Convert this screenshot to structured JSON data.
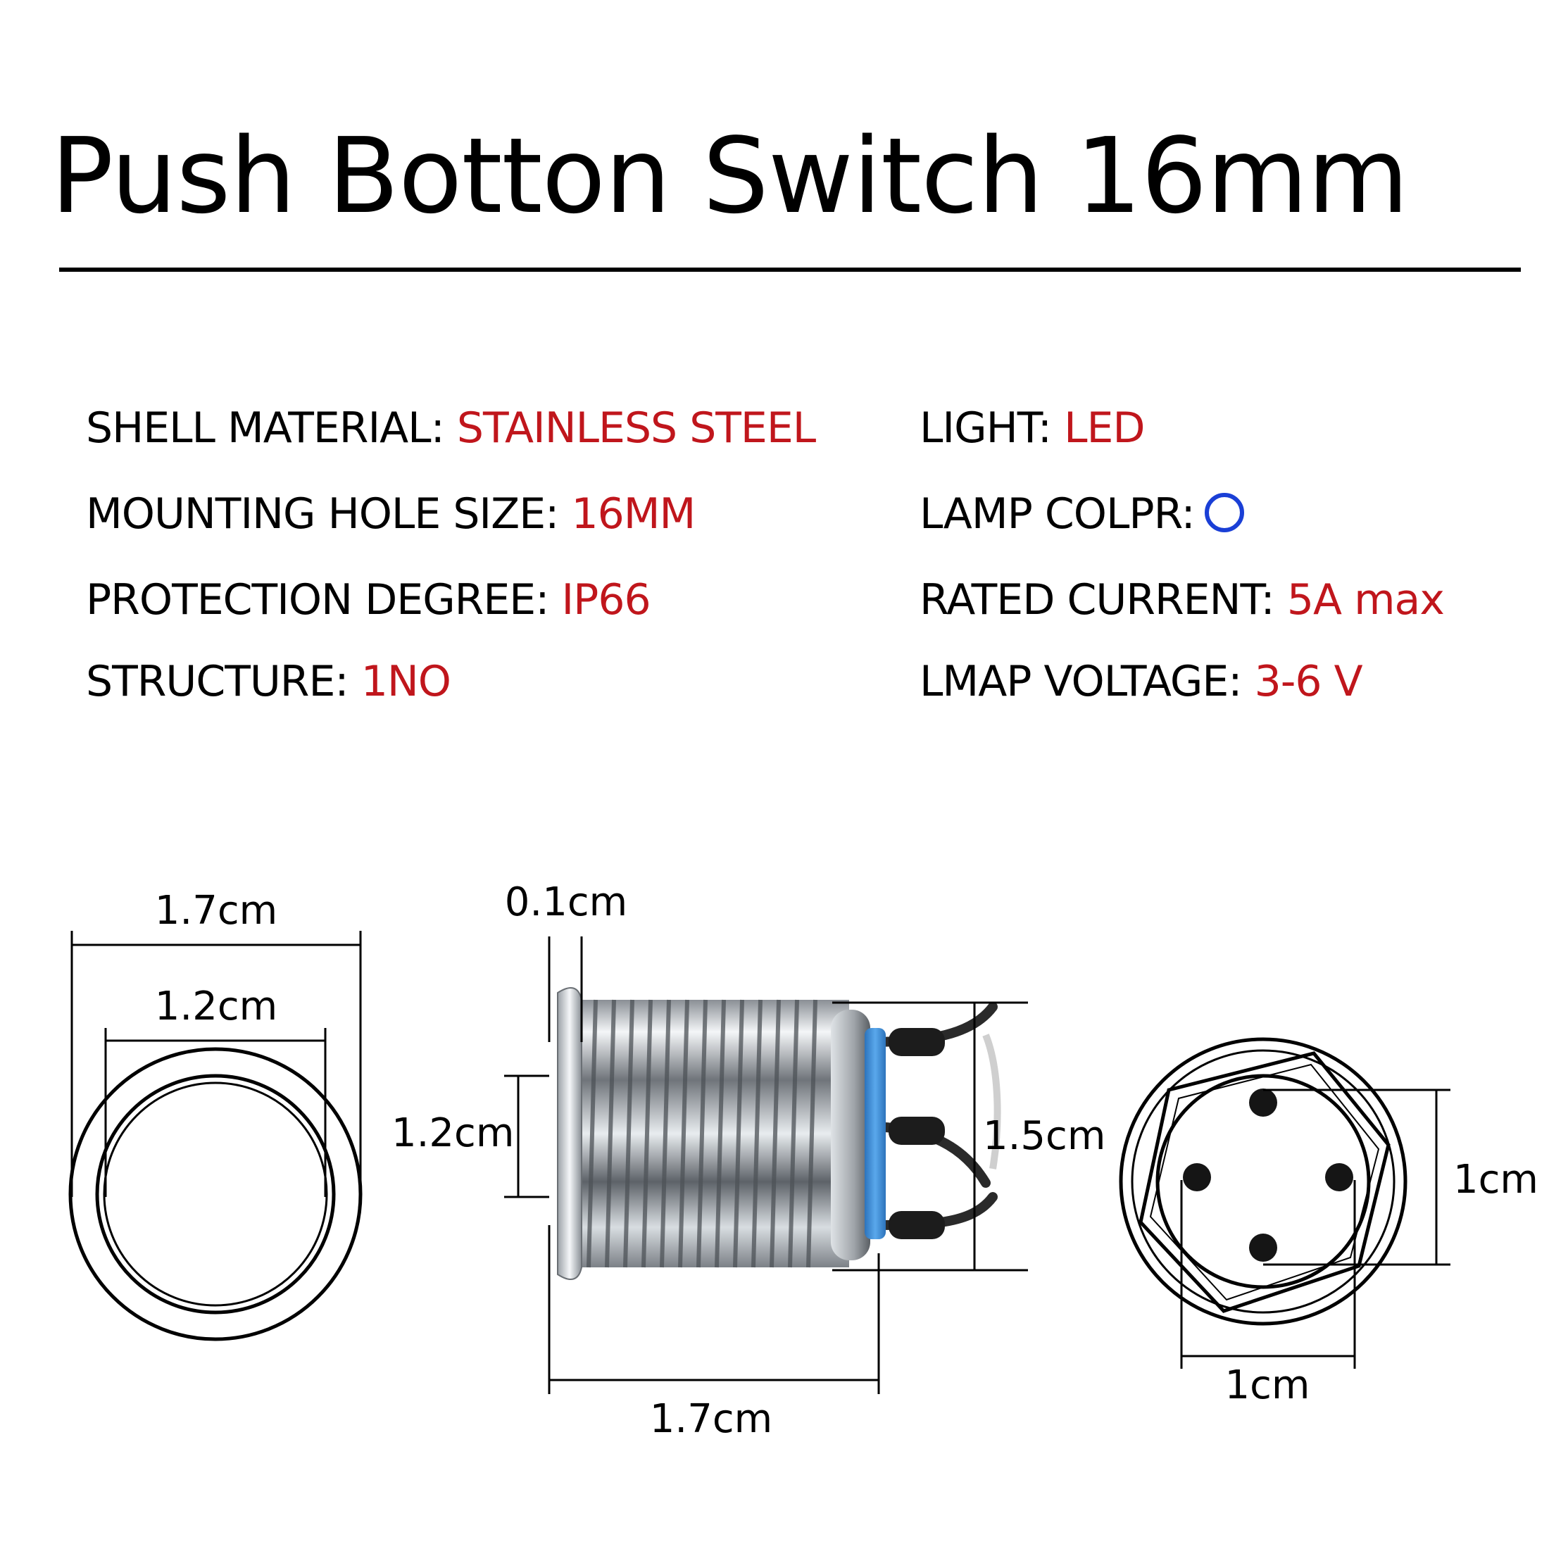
{
  "title": "Push Botton Switch 16mm",
  "specs": {
    "left": [
      {
        "label": "SHELL MATERIAL: ",
        "value": "STAINLESS STEEL"
      },
      {
        "label": "MOUNTING HOLE SIZE: ",
        "value": "16MM"
      },
      {
        "label": "PROTECTION DEGREE: ",
        "value": "IP66"
      },
      {
        "label": "STRUCTURE:  ",
        "value": "1NO"
      }
    ],
    "right": [
      {
        "label": "LIGHT:  ",
        "value": "LED"
      },
      {
        "label": "LAMP COLPR:",
        "value": ""
      },
      {
        "label": "RATED CURRENT: ",
        "value": "5A max"
      },
      {
        "label": "LMAP VOLTAGE: ",
        "value": "3-6 V"
      }
    ]
  },
  "colors": {
    "accent": "#c0161c",
    "lamp": "#1a3fd6",
    "ring": "#3a8fd8"
  },
  "dimensions": {
    "front_outer_width": "1.7cm",
    "front_inner_width": "1.2cm",
    "side_flange_thickness": "0.1cm",
    "side_button_height": "1.2cm",
    "side_body_height": "1.5cm",
    "side_length": "1.7cm",
    "rear_pin_vertical": "1cm",
    "rear_pin_horizontal": "1cm"
  }
}
